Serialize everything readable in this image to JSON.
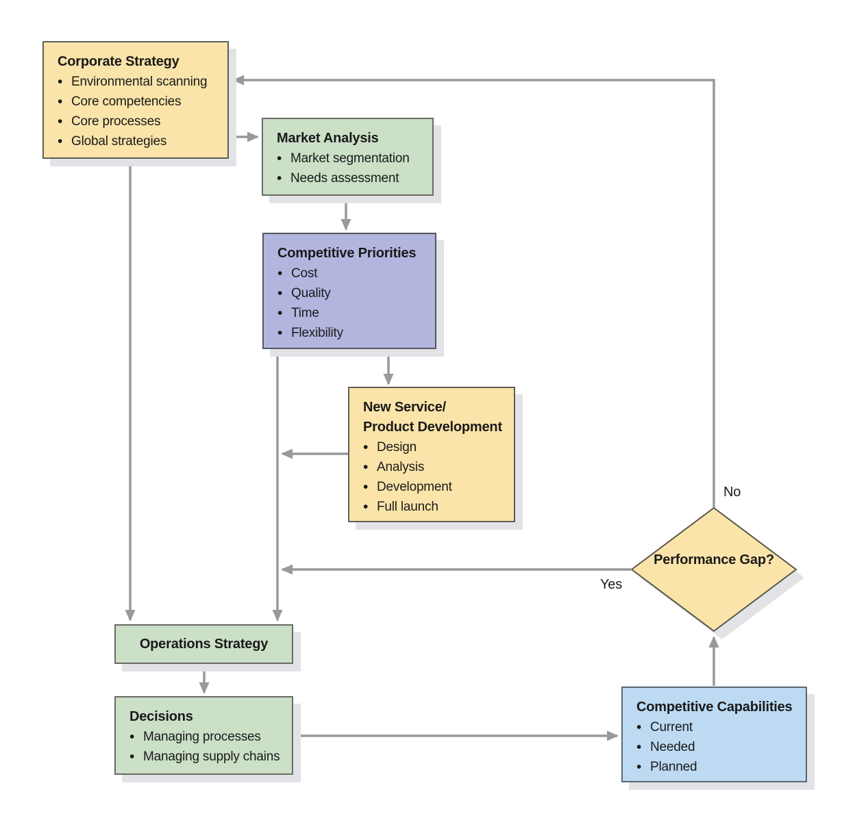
{
  "labels": {
    "no": "No",
    "yes": "Yes"
  },
  "nodes": {
    "corporate_strategy": {
      "title": "Corporate Strategy",
      "bullets": [
        "Environmental scanning",
        "Core competencies",
        "Core processes",
        "Global strategies"
      ]
    },
    "market_analysis": {
      "title": "Market Analysis",
      "bullets": [
        "Market segmentation",
        "Needs assessment"
      ]
    },
    "competitive_priorities": {
      "title": "Competitive Priorities",
      "bullets": [
        "Cost",
        "Quality",
        "Time",
        "Flexibility"
      ]
    },
    "new_service_product_development": {
      "title_line1": "New Service/",
      "title_line2": "Product Development",
      "bullets": [
        "Design",
        "Analysis",
        "Development",
        "Full launch"
      ]
    },
    "performance_gap": {
      "title": "Performance Gap?"
    },
    "operations_strategy": {
      "title": "Operations Strategy"
    },
    "decisions": {
      "title": "Decisions",
      "bullets": [
        "Managing processes",
        "Managing supply chains"
      ]
    },
    "competitive_capabilities": {
      "title": "Competitive Capabilities",
      "bullets": [
        "Current",
        "Needed",
        "Planned"
      ]
    }
  },
  "colors": {
    "node_yellow": "#FBE4A9",
    "node_green": "#CBE0C7",
    "node_purple": "#B2B6DF",
    "node_blue": "#BDDAF2",
    "connector_gray": "#97999C",
    "shadow_gray": "#E2E3E6",
    "border_dark": "#5E5E56",
    "text": "#1A1A1A"
  }
}
